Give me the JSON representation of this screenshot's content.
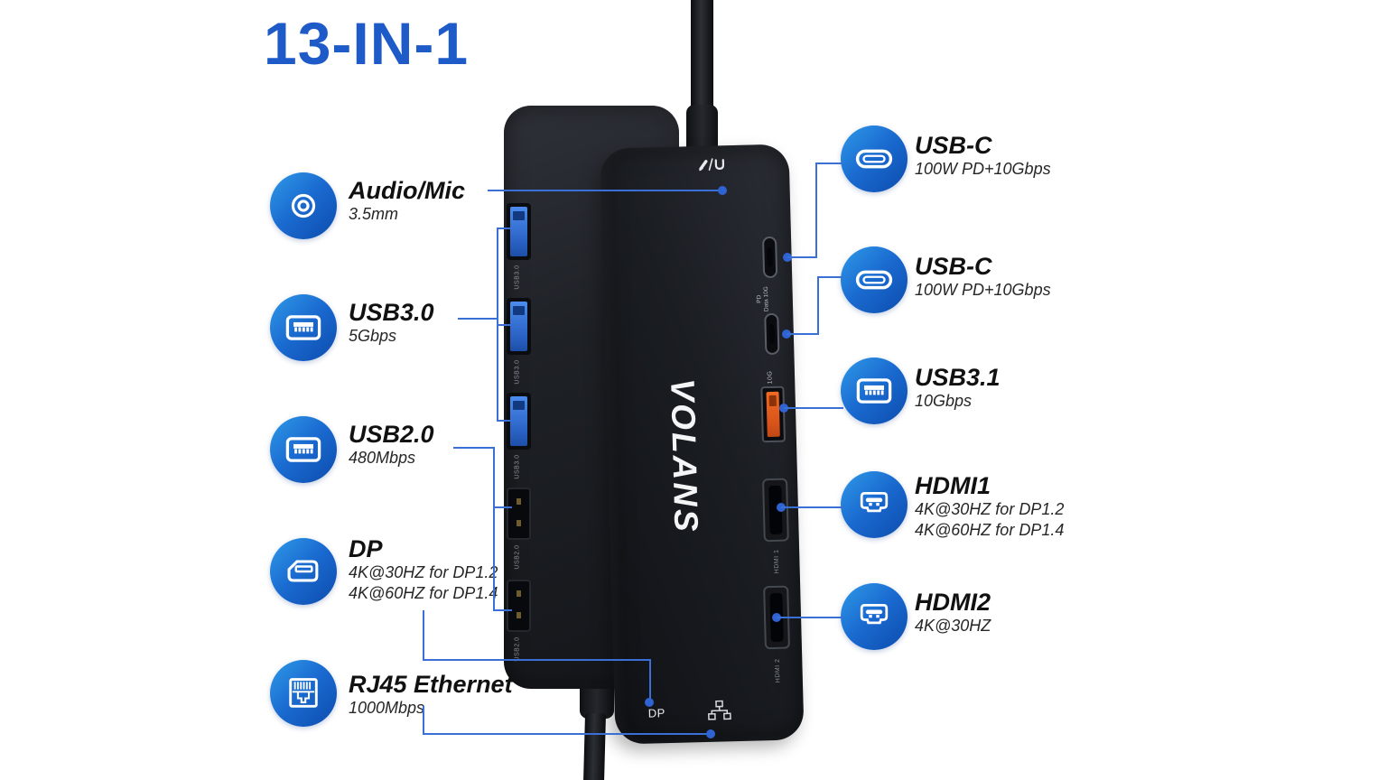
{
  "title": "13-IN-1",
  "brand": "VOLANS",
  "colors": {
    "accent_blue": "#1f5bc8",
    "callout_line": "#3a6fd6",
    "icon_gradient_start": "#2f9ae8",
    "icon_gradient_end": "#0d4cae",
    "orange_port": "#e65f1d"
  },
  "features_left": [
    {
      "icon": "audio-jack-icon",
      "title": "Audio/Mic",
      "subtitle": "3.5mm"
    },
    {
      "icon": "usb-a-icon",
      "title": "USB3.0",
      "subtitle": "5Gbps"
    },
    {
      "icon": "usb-a-icon",
      "title": "USB2.0",
      "subtitle": "480Mbps"
    },
    {
      "icon": "displayport-icon",
      "title": "DP",
      "subtitle": "4K@30HZ for DP1.2",
      "subtitle2": "4K@60HZ for DP1.4"
    },
    {
      "icon": "rj45-icon",
      "title": "RJ45 Ethernet",
      "subtitle": "1000Mbps"
    }
  ],
  "features_right": [
    {
      "icon": "usb-c-icon",
      "title": "USB-C",
      "subtitle": "100W PD+10Gbps"
    },
    {
      "icon": "usb-c-icon",
      "title": "USB-C",
      "subtitle": "100W PD+10Gbps"
    },
    {
      "icon": "usb-a-icon",
      "title": "USB3.1",
      "subtitle": "10Gbps"
    },
    {
      "icon": "hdmi-icon",
      "title": "HDMI1",
      "subtitle": "4K@30HZ for DP1.2",
      "subtitle2": "4K@60HZ for DP1.4"
    },
    {
      "icon": "hdmi-icon",
      "title": "HDMI2",
      "subtitle": "4K@30HZ"
    }
  ],
  "device_labels": {
    "usb3_port": "USB3.0",
    "usb2_port": "USB2.0",
    "pd_line1": "PD",
    "pd_line2": "Data 10G",
    "ten_g": "10G",
    "hdmi1": "HDMI 1",
    "hdmi2": "HDMI 2",
    "dp": "DP"
  }
}
